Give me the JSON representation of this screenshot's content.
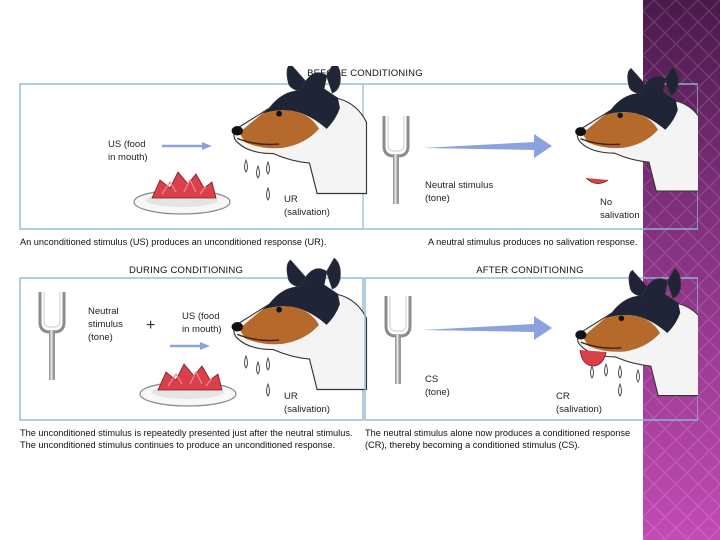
{
  "colors": {
    "panel_border": "#8fb8d6",
    "arrow": "#8aa2e0",
    "dog_dark": "#1f2436",
    "dog_tan": "#b56a2c",
    "dog_white": "#f4f4f4",
    "food": "#d9404a",
    "deco_purple": "#7a2d78",
    "deco_magenta": "#b040a8"
  },
  "icons": [
    "tuning-fork-icon",
    "dog-head-icon",
    "food-dish-icon",
    "arrow-icon",
    "plus-icon"
  ],
  "before": {
    "header": "BEFORE CONDITIONING",
    "left": {
      "us_line1": "US (food",
      "us_line2": "in mouth)",
      "ur_line1": "UR",
      "ur_line2": "(salivation)"
    },
    "right": {
      "ns_line1": "Neutral stimulus",
      "ns_line2": "(tone)",
      "no_line1": "No",
      "no_line2": "salivation"
    },
    "caption_left": "An unconditioned stimulus (US) produces an unconditioned response (UR).",
    "caption_right": "A neutral stimulus  produces no salivation response."
  },
  "during": {
    "header": "DURING CONDITIONING",
    "ns_line1": "Neutral",
    "ns_line2": "stimulus",
    "ns_line3": "(tone)",
    "plus": "+",
    "us_line1": "US (food",
    "us_line2": "in mouth)",
    "ur_line1": "UR",
    "ur_line2": "(salivation)",
    "caption_line1": "The unconditioned stimulus is repeatedly presented just after the neutral stimulus.",
    "caption_line2": "The unconditioned stimulus continues to produce an unconditioned response."
  },
  "after": {
    "header": "AFTER CONDITIONING",
    "cs_line1": "CS",
    "cs_line2": "(tone)",
    "cr_line1": "CR",
    "cr_line2": "(salivation)",
    "caption_line1": "The neutral stimulus alone now produces a conditioned response",
    "caption_line2": "(CR), thereby becoming a conditioned stimulus (CS)."
  }
}
